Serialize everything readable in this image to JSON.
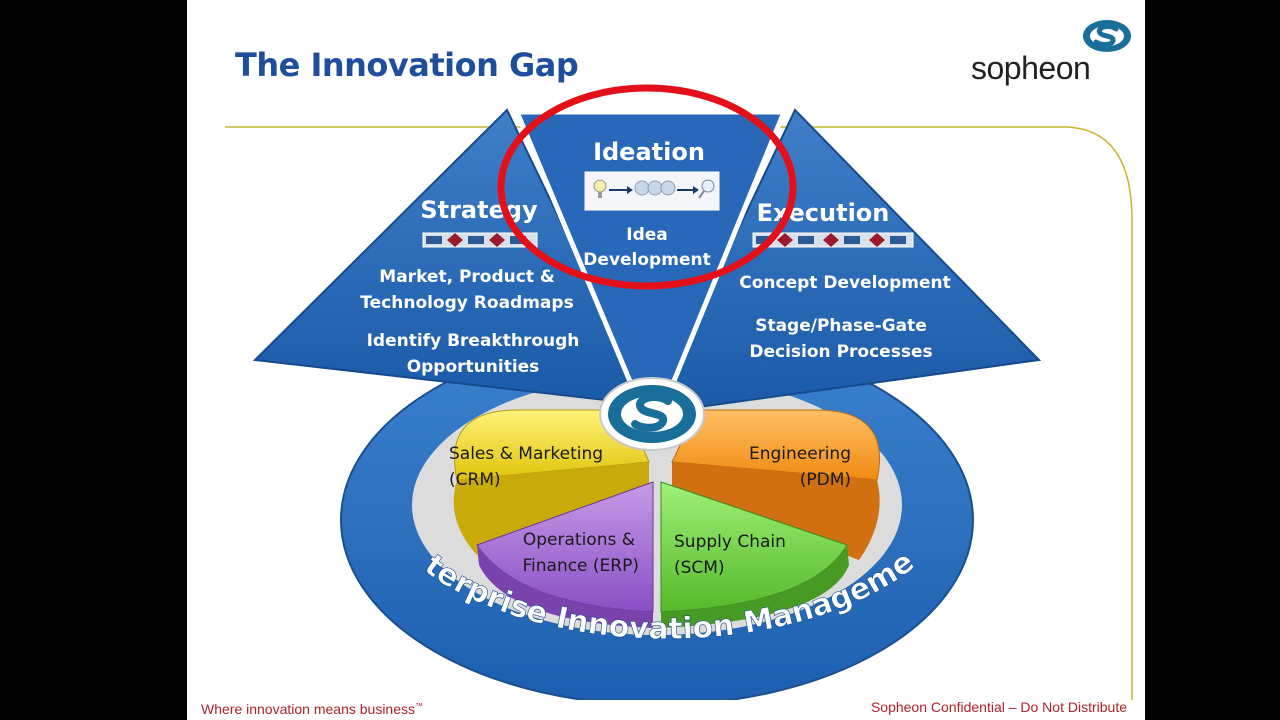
{
  "slide": {
    "title": "The Innovation Gap",
    "logo_text": "sopheon",
    "footer_left": "Where innovation means business",
    "footer_left_mark": "™",
    "footer_right": "Sopheon Confidential – Do Not Distribute"
  },
  "diagram": {
    "strategy": {
      "title": "Strategy",
      "line1": "Market, Product &",
      "line2": "Technology Roadmaps",
      "line3": "Identify Breakthrough",
      "line4": "Opportunities"
    },
    "ideation": {
      "title": "Ideation",
      "line1": "Idea",
      "line2": "Development"
    },
    "execution": {
      "title": "Execution",
      "line1": "Concept Development",
      "line2": "Stage/Phase-Gate",
      "line3": "Decision Processes"
    },
    "segments": {
      "sales_line1": "Sales & Marketing",
      "sales_line2": "(CRM)",
      "engineering_line1": "Engineering",
      "engineering_line2": "(PDM)",
      "operations_line1": "Operations &",
      "operations_line2": "Finance (ERP)",
      "supply_line1": "Supply Chain",
      "supply_line2": "(SCM)"
    },
    "ring_label": "Enterprise Innovation Management"
  },
  "colors": {
    "title_blue": "#1f4f9c",
    "highlight_red": "#e3101a",
    "footer_red": "#b0232a"
  }
}
